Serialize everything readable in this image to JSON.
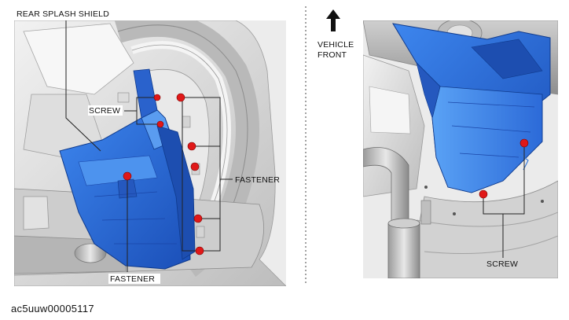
{
  "left_panel": {
    "label_shield": "REAR SPLASH SHIELD",
    "label_screw": "SCREW",
    "label_fastener_right": "FASTENER",
    "label_fastener_bottom": "FASTENER"
  },
  "right_panel": {
    "label_vehicle": "VEHICLE",
    "label_front": "FRONT",
    "label_screw": "SCREW"
  },
  "caption": "ac5uuw00005117",
  "colors": {
    "shield_blue": "#2f6fd6",
    "shield_dark": "#1a46a8",
    "fastener_red": "#e01818",
    "body_gray": "#d9d9d9",
    "line": "#222222"
  },
  "icons": [
    "arrow-up-icon"
  ]
}
